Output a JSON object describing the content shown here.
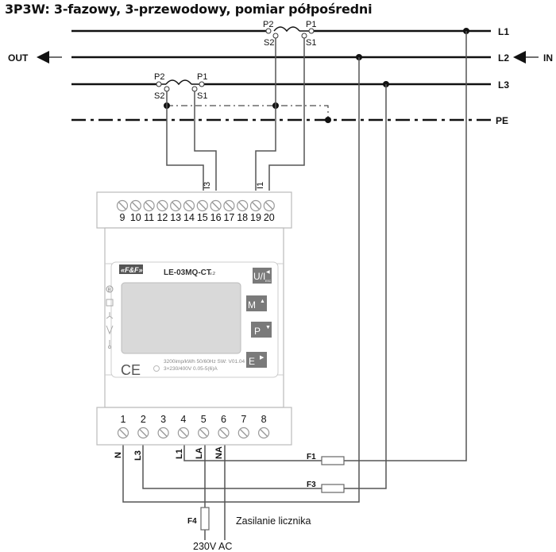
{
  "title": "3P3W: 3-fazowy, 3-przewodowy, pomiar półpośredni",
  "lines": {
    "L1": "L1",
    "L2": "L2",
    "L3": "L3",
    "PE": "PE",
    "out_label": "OUT",
    "in_label": "IN"
  },
  "current_transformers": [
    {
      "phase": "L1",
      "p_left": "P2",
      "p_right": "P1",
      "s_left": "S2",
      "s_right": "S1"
    },
    {
      "phase": "L3",
      "p_left": "P2",
      "p_right": "P1",
      "s_left": "S2",
      "s_right": "S1"
    }
  ],
  "top_wire_labels": {
    "i3": "I3",
    "i1": "I1"
  },
  "device": {
    "brand": "«F&F»",
    "model": "LE-03MQ-CT",
    "version": "v.2",
    "spec_line1": "3200imp/kWh 50/60Hz SW: V01.04",
    "spec_line2": "3×230/400V  0.05-5(6)A",
    "ce_mark": "CE",
    "top_terminals": [
      "9",
      "10",
      "11",
      "12",
      "13",
      "14",
      "15",
      "16",
      "17",
      "18",
      "19",
      "20"
    ],
    "bottom_terminals": [
      "1",
      "2",
      "3",
      "4",
      "5",
      "6",
      "7",
      "8"
    ],
    "buttons": [
      {
        "label": "U/I",
        "sub": "ESC",
        "arrow": "◀"
      },
      {
        "label": "M",
        "sub": "",
        "arrow": "▲"
      },
      {
        "label": "P",
        "sub": "",
        "arrow": "▼"
      },
      {
        "label": "E",
        "sub": "",
        "arrow": "▶"
      }
    ],
    "side_icons": [
      "B",
      "□",
      "Y",
      "V",
      "↓"
    ]
  },
  "bottom_wire_labels": {
    "n": "N",
    "l3": "L3",
    "l1": "L1",
    "la": "LA",
    "na": "NA"
  },
  "fuses": {
    "f1": "F1",
    "f3": "F3",
    "f4": "F4"
  },
  "supply": {
    "label": "Zasilanie licznika",
    "voltage": "230V AC"
  }
}
